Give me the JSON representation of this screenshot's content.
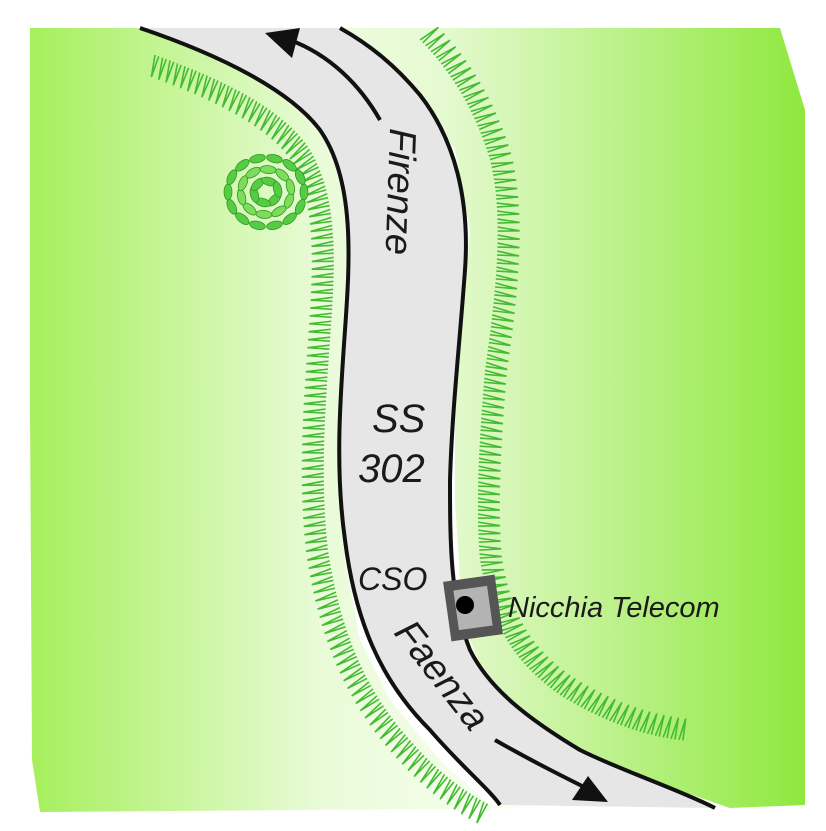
{
  "map": {
    "road": {
      "name_line1": "SS",
      "name_line2": "302",
      "direction_north": "Firenze",
      "direction_south": "Faenza",
      "cso_label": "CSO",
      "color": "#e6e6e6"
    },
    "poi": {
      "label": "Nicchia Telecom",
      "symbol": "telecom-niche-marker"
    },
    "colors": {
      "grass_light": "#f2ffe6",
      "grass_dark": "#99ee44",
      "embankment": "#44bb33",
      "tree": "#55cc44"
    }
  }
}
